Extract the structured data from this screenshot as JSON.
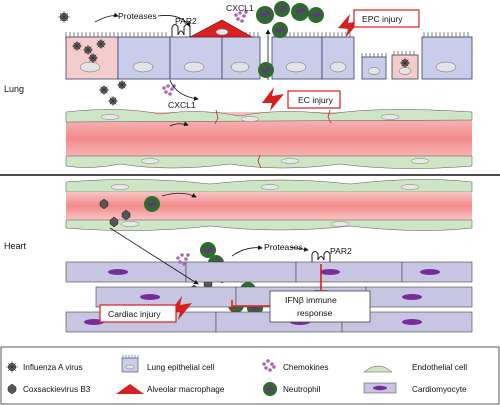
{
  "sections": {
    "lung": "Lung",
    "heart": "Heart"
  },
  "lung": {
    "proteases": "Proteases",
    "par2": "PAR2",
    "cxcl1_top": "CXCL1",
    "cxcl1_mid": "CXCL1",
    "epc_injury": "EPC injury",
    "ec_injury": "EC injury"
  },
  "heart": {
    "proteases": "Proteases",
    "par2": "PAR2",
    "cardiac_injury": "Cardiac injury",
    "ifn_line1": "IFNβ immune",
    "ifn_line2": "response"
  },
  "legend": [
    {
      "icon": "influenza-a-virus-icon",
      "label": "Influenza A virus"
    },
    {
      "icon": "coxsackievirus-b3-icon",
      "label": "Coxsackievirus B3"
    },
    {
      "icon": "lung-epithelial-cell-icon",
      "label": "Lung epithelial cell"
    },
    {
      "icon": "alveolar-macrophage-icon",
      "label": "Alveolar macrophage"
    },
    {
      "icon": "chemokines-icon",
      "label": "Chemokines"
    },
    {
      "icon": "neutrophil-icon",
      "label": "Neutrophil"
    },
    {
      "icon": "endothelial-cell-icon",
      "label": "Endothelial cell"
    },
    {
      "icon": "cardiomyocyte-icon",
      "label": "Cardiomyocyte"
    }
  ],
  "colors": {
    "epithelial_fill": "#c9cde9",
    "epithelial_infected": "#f2c9c9",
    "vessel_fill": "#f7b4b4",
    "endothelial_fill": "#cfe6c4",
    "cardiomyocyte_fill": "#c8c5e2",
    "cardio_nucleus": "#7a2a9a",
    "neutrophil_fill": "#2f6b2f",
    "neutrophil_nucleus": "#6a2d8a",
    "macrophage_fill": "#d92121",
    "injury_red": "#d62020",
    "chemokine": "#a46bb8"
  }
}
